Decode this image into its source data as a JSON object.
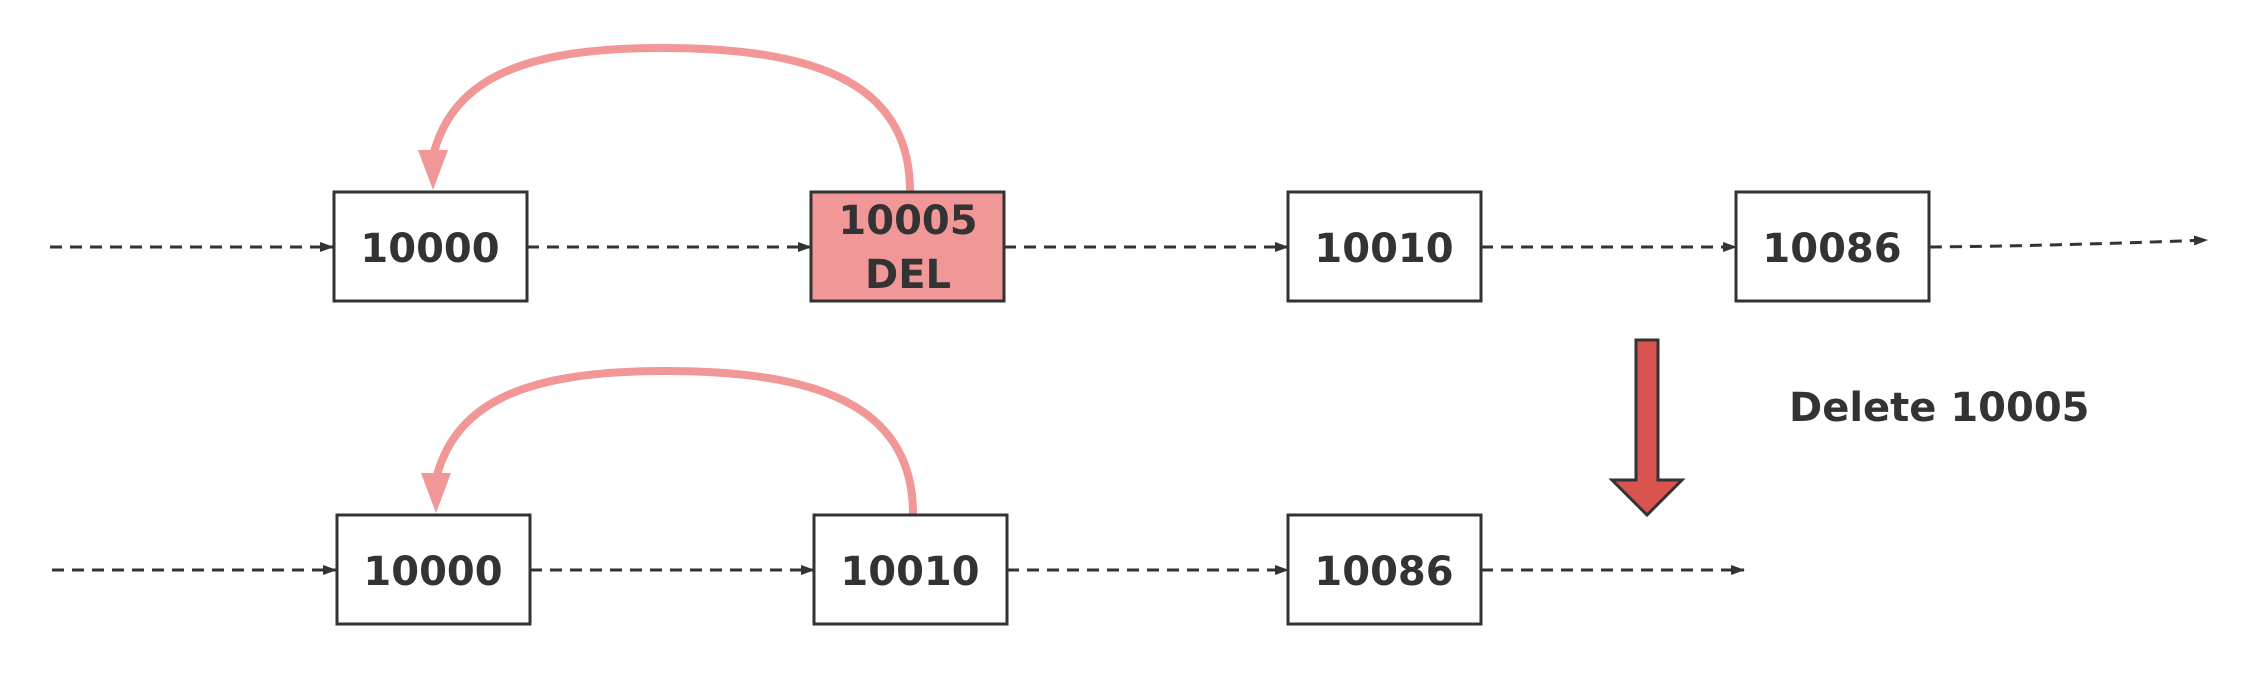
{
  "row1": {
    "nodes": [
      {
        "lines": [
          "10000"
        ]
      },
      {
        "lines": [
          "10005",
          "DEL"
        ],
        "highlight": true
      },
      {
        "lines": [
          "10010"
        ]
      },
      {
        "lines": [
          "10086"
        ]
      }
    ]
  },
  "row2": {
    "nodes": [
      {
        "lines": [
          "10000"
        ]
      },
      {
        "lines": [
          "10010"
        ]
      },
      {
        "lines": [
          "10086"
        ]
      }
    ]
  },
  "caption": "Delete 10005",
  "colors": {
    "stroke": "#333333",
    "highlight_fill": "#f19797",
    "curve": "#f19797",
    "down_arrow_fill": "#d9534f"
  }
}
